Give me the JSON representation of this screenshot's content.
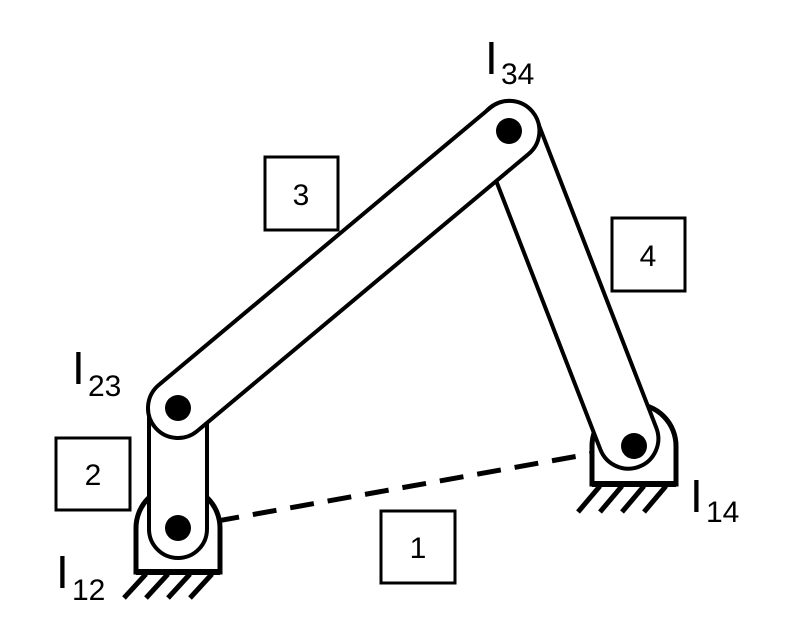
{
  "diagram": {
    "colors": {
      "ink": "#000000",
      "background": "#ffffff"
    },
    "joints": [
      {
        "id": "j12",
        "letter": "I",
        "subscript": "12"
      },
      {
        "id": "j23",
        "letter": "I",
        "subscript": "23"
      },
      {
        "id": "j34",
        "letter": "I",
        "subscript": "34"
      },
      {
        "id": "j14",
        "letter": "I",
        "subscript": "14"
      }
    ],
    "links": [
      {
        "id": "link1",
        "number": "1"
      },
      {
        "id": "link2",
        "number": "2"
      },
      {
        "id": "link3",
        "number": "3"
      },
      {
        "id": "link4",
        "number": "4"
      }
    ]
  }
}
